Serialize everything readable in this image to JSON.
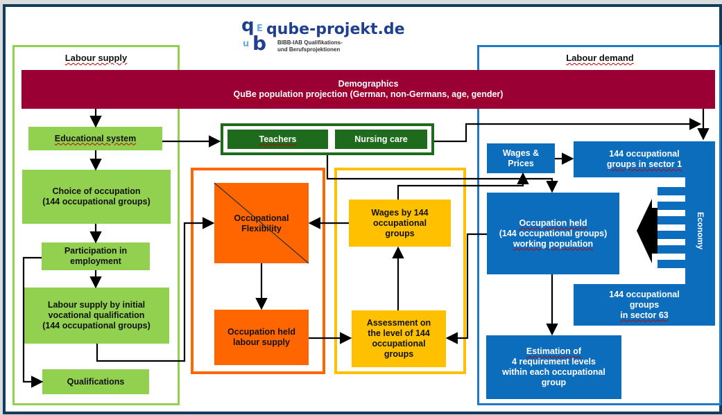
{
  "logo": {
    "title": "qube-projekt.de",
    "line1": "BIBB-IAB Qualifikations-",
    "line2": "und Berufsprojektionen",
    "mark_letters": [
      "q",
      "b",
      "E",
      "u"
    ]
  },
  "supply": {
    "title": "Labour supply"
  },
  "demand": {
    "title": "Labour demand"
  },
  "demographics": {
    "title": "Demographics",
    "subtitle": "QuBe population projection (German, non-Germans, age, gender)"
  },
  "supply_boxes": {
    "educational_system": "Educational system",
    "choice_line1": "Choice of occupation",
    "choice_line2": "(144 occupational groups)",
    "participation_line1": "Participation in",
    "participation_line2": "employment",
    "ls_line1": "Labour supply by initial",
    "ls_line2": "vocational qualification",
    "ls_line3": "(144 occupational groups)",
    "qualifications": "Qualifications"
  },
  "public_sector": {
    "teachers": "Teachers",
    "nursing": "Nursing care"
  },
  "orange": {
    "flex_line1": "Occupational",
    "flex_line2": "Flexibility",
    "held_line1": "Occupation held",
    "held_line2": "labour supply"
  },
  "yellow": {
    "wages_line1": "Wages by 144",
    "wages_line2": "occupational",
    "wages_line3": "groups",
    "assess_line1": "Assessment on",
    "assess_line2": "the level of 144",
    "assess_line3": "occupational",
    "assess_line4": "groups"
  },
  "demand_boxes": {
    "wages_line1": "Wages &",
    "wages_line2": "Prices",
    "sector1_line1": "144 occupational",
    "sector1_line2": "groups in sector 1",
    "held_line1": "Occupation held",
    "held_line2": "(144 occupational groups)",
    "held_line3": "working population",
    "economy": "Economy",
    "sector63_line1": "144 occupational",
    "sector63_line2": "groups",
    "sector63_line3": "in sector 63",
    "est_line1": "Estimation of",
    "est_line2": "4 requirement levels",
    "est_line3": "within each occupational",
    "est_line4": "group"
  },
  "colors": {
    "frame": "#123c5c",
    "demographics": "#9b0034",
    "green": "#92d050",
    "dark_green": "#1e6b1e",
    "blue": "#0c6dbd",
    "orange": "#ff6600",
    "yellow": "#ffc000"
  }
}
